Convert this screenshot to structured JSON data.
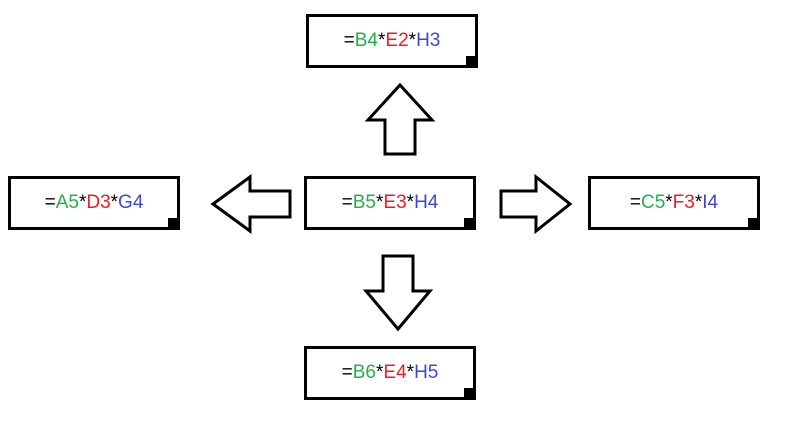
{
  "colors": {
    "column_b_group": "#22b04a",
    "column_e_group": "#ed1c24",
    "column_h_group": "#3f48cc"
  },
  "cells": {
    "top": {
      "prefix": "=",
      "ref1": "B4",
      "op1": "*",
      "ref2": "E2",
      "op2": "*",
      "ref3": "H3"
    },
    "center": {
      "prefix": "=",
      "ref1": "B5",
      "op1": "*",
      "ref2": "E3",
      "op2": "*",
      "ref3": "H4"
    },
    "left": {
      "prefix": "=",
      "ref1": "A5",
      "op1": "*",
      "ref2": "D3",
      "op2": "*",
      "ref3": "G4"
    },
    "right": {
      "prefix": "=",
      "ref1": "C5",
      "op1": "*",
      "ref2": "F3",
      "op2": "*",
      "ref3": "I4"
    },
    "bottom": {
      "prefix": "=",
      "ref1": "B6",
      "op1": "*",
      "ref2": "E4",
      "op2": "*",
      "ref3": "H5"
    }
  },
  "arrows": [
    "up",
    "left",
    "right",
    "down"
  ]
}
